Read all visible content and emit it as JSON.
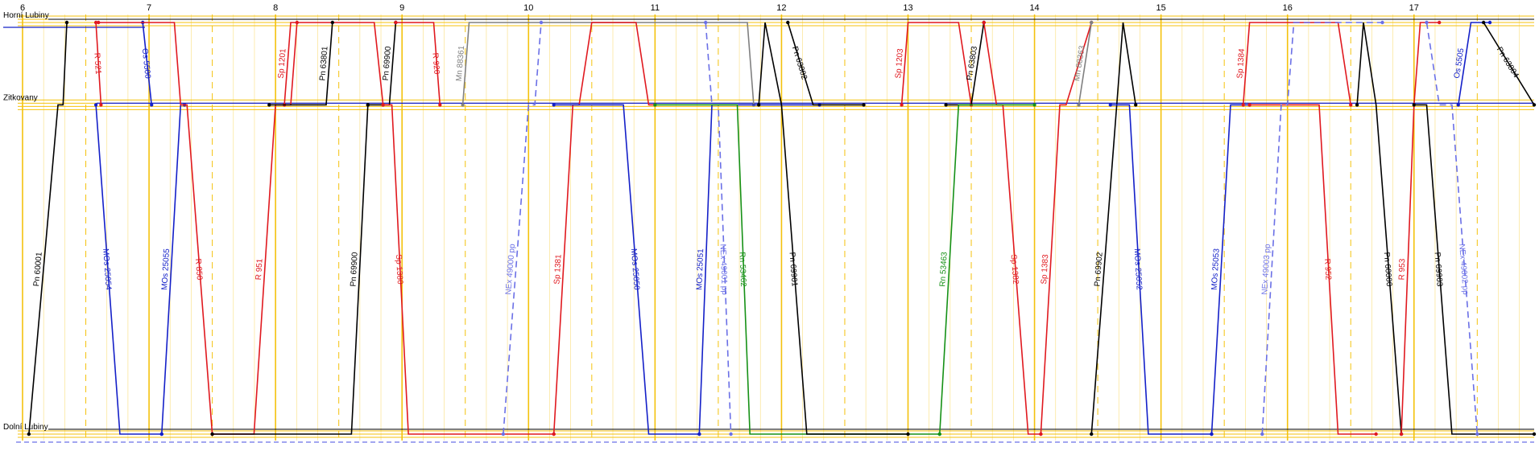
{
  "chart_data": {
    "type": "line",
    "title": "",
    "x_axis": {
      "label": "",
      "min": 6.0,
      "max": 17.95,
      "ticks": [
        6,
        7,
        8,
        9,
        10,
        11,
        12,
        13,
        14,
        15,
        16,
        17
      ]
    },
    "stations": [
      {
        "name": "Horní Lubiny",
        "km_pos": 0.0
      },
      {
        "name": "Zitkovany",
        "km_pos": 0.2
      },
      {
        "name": "Dolní Lubiny",
        "km_pos": 1.0
      }
    ],
    "colors": {
      "major_grid": "#f4c20d",
      "minor_grid": "#fbe38e",
      "black": "#000000",
      "red": "#e0191f",
      "blue": "#1420c8",
      "lightblue": "#6b70e6",
      "green": "#169116",
      "gray": "#808080"
    },
    "series": [
      {
        "name": "Pn 60001",
        "color": "black",
        "dashed": false,
        "pts": [
          [
            6.05,
            1.0
          ],
          [
            6.28,
            0.2
          ],
          [
            6.32,
            0.2
          ],
          [
            6.35,
            0.0
          ]
        ]
      },
      {
        "name": "R 521",
        "color": "red",
        "dashed": false,
        "pts": [
          [
            6.58,
            0.0
          ],
          [
            6.62,
            0.2
          ]
        ]
      },
      {
        "name": "Os 5500",
        "color": "blue",
        "dashed": false,
        "pts": [
          [
            6.95,
            0.0
          ],
          [
            7.02,
            0.2
          ]
        ]
      },
      {
        "name": "MOs 25054",
        "color": "blue",
        "dashed": false,
        "pts": [
          [
            6.58,
            0.2
          ],
          [
            6.77,
            1.0
          ],
          [
            7.1,
            1.0
          ]
        ]
      },
      {
        "name": "MOs 25055",
        "color": "blue",
        "dashed": false,
        "pts": [
          [
            7.1,
            1.0
          ],
          [
            7.25,
            0.2
          ],
          [
            7.28,
            0.2
          ]
        ]
      },
      {
        "name": "R 850",
        "color": "red",
        "dashed": false,
        "pts": [
          [
            6.6,
            0.0
          ],
          [
            7.2,
            0.0
          ],
          [
            7.25,
            0.2
          ],
          [
            7.3,
            0.2
          ],
          [
            7.5,
            1.0
          ]
        ]
      },
      {
        "name": "R 951",
        "color": "red",
        "dashed": false,
        "pts": [
          [
            7.5,
            1.0
          ],
          [
            7.83,
            1.0
          ],
          [
            8.0,
            0.2
          ],
          [
            8.12,
            0.2
          ],
          [
            8.17,
            0.0
          ]
        ]
      },
      {
        "name": "Sp 1201",
        "color": "red",
        "dashed": false,
        "pts": [
          [
            8.07,
            0.2
          ],
          [
            8.12,
            0.0
          ],
          [
            8.78,
            0.0
          ],
          [
            8.85,
            0.2
          ]
        ]
      },
      {
        "name": "Pn 63801",
        "color": "black",
        "dashed": false,
        "pts": [
          [
            7.95,
            0.2
          ],
          [
            8.4,
            0.2
          ],
          [
            8.45,
            0.0
          ]
        ]
      },
      {
        "name": "Pn 69900",
        "color": "black",
        "dashed": false,
        "pts": [
          [
            8.73,
            0.2
          ],
          [
            8.9,
            0.2
          ],
          [
            8.95,
            0.0
          ]
        ]
      },
      {
        "name": "Pn 69900",
        "color": "black",
        "dashed": false,
        "pts": [
          [
            8.73,
            0.2
          ],
          [
            8.6,
            1.0
          ],
          [
            7.5,
            1.0
          ]
        ]
      },
      {
        "name": "Sp 1380",
        "color": "red",
        "dashed": false,
        "pts": [
          [
            8.85,
            0.2
          ],
          [
            8.92,
            0.2
          ],
          [
            9.05,
            1.0
          ],
          [
            10.2,
            1.0
          ]
        ]
      },
      {
        "name": "R 920",
        "color": "red",
        "dashed": false,
        "pts": [
          [
            8.95,
            0.0
          ],
          [
            9.25,
            0.0
          ],
          [
            9.3,
            0.2
          ]
        ]
      },
      {
        "name": "Mn 88361",
        "color": "gray",
        "dashed": false,
        "pts": [
          [
            9.48,
            0.2
          ],
          [
            9.53,
            0.0
          ],
          [
            11.73,
            0.0
          ],
          [
            11.78,
            0.2
          ]
        ]
      },
      {
        "name": "NEx 49000 pp",
        "color": "lightblue",
        "dashed": true,
        "pts": [
          [
            9.8,
            1.0
          ],
          [
            10.0,
            0.2
          ],
          [
            10.05,
            0.2
          ],
          [
            10.1,
            0.0
          ]
        ]
      },
      {
        "name": "Sp 1381",
        "color": "red",
        "dashed": false,
        "pts": [
          [
            10.2,
            1.0
          ],
          [
            10.35,
            0.2
          ],
          [
            10.4,
            0.2
          ],
          [
            10.5,
            0.0
          ],
          [
            10.85,
            0.0
          ],
          [
            10.95,
            0.2
          ],
          [
            11.0,
            0.2
          ]
        ]
      },
      {
        "name": "MOs 25050",
        "color": "blue",
        "dashed": false,
        "pts": [
          [
            10.2,
            0.2
          ],
          [
            10.75,
            0.2
          ],
          [
            10.95,
            1.0
          ],
          [
            11.35,
            1.0
          ]
        ]
      },
      {
        "name": "MOs 25051",
        "color": "blue",
        "dashed": false,
        "pts": [
          [
            11.35,
            1.0
          ],
          [
            11.45,
            0.2
          ],
          [
            12.3,
            0.2
          ]
        ]
      },
      {
        "name": "NEx 49001 pp",
        "color": "lightblue",
        "dashed": true,
        "pts": [
          [
            11.4,
            0.0
          ],
          [
            11.45,
            0.2
          ],
          [
            11.5,
            0.2
          ],
          [
            11.6,
            1.0
          ]
        ]
      },
      {
        "name": "Rn 53462",
        "color": "green",
        "dashed": false,
        "pts": [
          [
            11.0,
            0.2
          ],
          [
            11.65,
            0.2
          ],
          [
            11.75,
            1.0
          ],
          [
            13.25,
            1.0
          ]
        ]
      },
      {
        "name": "Pn 69901",
        "color": "black",
        "dashed": false,
        "pts": [
          [
            11.82,
            0.2
          ],
          [
            11.87,
            0.0
          ],
          [
            12.0,
            0.2
          ],
          [
            12.2,
            1.0
          ],
          [
            13.0,
            1.0
          ]
        ]
      },
      {
        "name": "Pn 63802",
        "color": "black",
        "dashed": false,
        "pts": [
          [
            12.05,
            0.0
          ],
          [
            12.25,
            0.2
          ],
          [
            12.65,
            0.2
          ]
        ]
      },
      {
        "name": "Sp 1203",
        "color": "red",
        "dashed": false,
        "pts": [
          [
            12.95,
            0.2
          ],
          [
            13.0,
            0.0
          ],
          [
            13.4,
            0.0
          ],
          [
            13.5,
            0.2
          ]
        ]
      },
      {
        "name": "Pn 63803",
        "color": "black",
        "dashed": false,
        "pts": [
          [
            13.3,
            0.2
          ],
          [
            13.5,
            0.2
          ],
          [
            13.6,
            0.0
          ]
        ]
      },
      {
        "name": "Sp 1382",
        "color": "red",
        "dashed": false,
        "pts": [
          [
            13.6,
            0.0
          ],
          [
            13.7,
            0.2
          ],
          [
            13.75,
            0.2
          ],
          [
            13.95,
            1.0
          ],
          [
            14.05,
            1.0
          ]
        ]
      },
      {
        "name": "Rn 53463",
        "color": "green",
        "dashed": false,
        "pts": [
          [
            13.25,
            1.0
          ],
          [
            13.4,
            0.2
          ],
          [
            14.0,
            0.2
          ]
        ]
      },
      {
        "name": "Sp 1383",
        "color": "red",
        "dashed": false,
        "pts": [
          [
            14.05,
            1.0
          ],
          [
            14.2,
            0.2
          ],
          [
            14.25,
            0.2
          ],
          [
            14.45,
            0.0
          ]
        ]
      },
      {
        "name": "Mn 88363",
        "color": "gray",
        "dashed": false,
        "pts": [
          [
            14.35,
            0.2
          ],
          [
            14.45,
            0.0
          ]
        ]
      },
      {
        "name": "Pn 69902",
        "color": "black",
        "dashed": false,
        "pts": [
          [
            14.45,
            1.0
          ],
          [
            14.65,
            0.2
          ],
          [
            14.7,
            0.0
          ],
          [
            14.8,
            0.2
          ]
        ]
      },
      {
        "name": "MOs 25052",
        "color": "blue",
        "dashed": false,
        "pts": [
          [
            14.6,
            0.2
          ],
          [
            14.75,
            0.2
          ],
          [
            14.9,
            1.0
          ],
          [
            15.4,
            1.0
          ]
        ]
      },
      {
        "name": "MOs 25053",
        "color": "blue",
        "dashed": false,
        "pts": [
          [
            15.4,
            1.0
          ],
          [
            15.55,
            0.2
          ],
          [
            15.7,
            0.2
          ]
        ]
      },
      {
        "name": "Sp 1384",
        "color": "red",
        "dashed": false,
        "pts": [
          [
            15.65,
            0.2
          ],
          [
            15.7,
            0.0
          ],
          [
            16.4,
            0.0
          ],
          [
            16.5,
            0.2
          ]
        ]
      },
      {
        "name": "R 952",
        "color": "red",
        "dashed": false,
        "pts": [
          [
            15.7,
            0.2
          ],
          [
            16.25,
            0.2
          ],
          [
            16.4,
            1.0
          ],
          [
            16.7,
            1.0
          ]
        ]
      },
      {
        "name": "NEx 49003 pp",
        "color": "lightblue",
        "dashed": true,
        "pts": [
          [
            15.8,
            1.0
          ],
          [
            15.95,
            0.2
          ],
          [
            16.0,
            0.2
          ],
          [
            16.05,
            0.0
          ],
          [
            16.75,
            0.0
          ]
        ]
      },
      {
        "name": "Pn 60000",
        "color": "black",
        "dashed": false,
        "pts": [
          [
            16.55,
            0.2
          ],
          [
            16.6,
            0.0
          ],
          [
            16.7,
            0.2
          ],
          [
            16.9,
            1.0
          ]
        ]
      },
      {
        "name": "R 953",
        "color": "red",
        "dashed": false,
        "pts": [
          [
            16.9,
            1.0
          ],
          [
            17.0,
            0.2
          ],
          [
            17.05,
            0.0
          ],
          [
            17.2,
            0.0
          ]
        ]
      },
      {
        "name": "Pn 69903",
        "color": "black",
        "dashed": false,
        "pts": [
          [
            17.0,
            0.2
          ],
          [
            17.1,
            0.2
          ],
          [
            17.3,
            1.0
          ],
          [
            17.95,
            1.0
          ]
        ]
      },
      {
        "name": "NEx 49002 pp",
        "color": "lightblue",
        "dashed": true,
        "pts": [
          [
            17.1,
            0.0
          ],
          [
            17.2,
            0.2
          ],
          [
            17.3,
            0.2
          ],
          [
            17.5,
            1.0
          ]
        ]
      },
      {
        "name": "Os 5505",
        "color": "blue",
        "dashed": false,
        "pts": [
          [
            17.35,
            0.2
          ],
          [
            17.45,
            0.0
          ],
          [
            17.6,
            0.0
          ]
        ]
      },
      {
        "name": "Pn 63804",
        "color": "black",
        "dashed": false,
        "pts": [
          [
            17.55,
            0.0
          ],
          [
            17.95,
            0.2
          ]
        ]
      }
    ]
  }
}
